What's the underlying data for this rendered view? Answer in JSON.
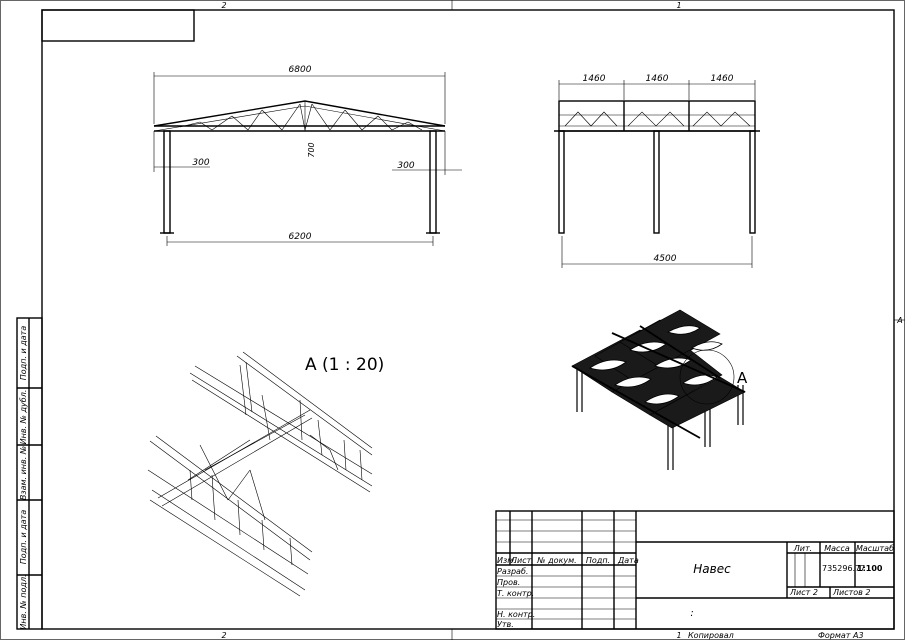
{
  "frame": {
    "zone_top_left": "2",
    "zone_top_right": "1",
    "zone_bottom_left": "2",
    "zone_bottom_right": "1",
    "zone_side": "A"
  },
  "side_strip": {
    "labels": [
      "Подп. и дата",
      "Инв. № дубл.",
      "Взам. инв. №",
      "Подп. и дата",
      "Инв. № подл."
    ]
  },
  "front_view": {
    "dim_top": "6800",
    "dim_bottom": "6200",
    "dim_left_offset": "300",
    "dim_right_offset": "300",
    "dim_height": "700"
  },
  "side_view": {
    "dim_bay_1": "1460",
    "dim_bay_2": "1460",
    "dim_bay_3": "1460",
    "dim_bottom": "4500"
  },
  "detail": {
    "title": "A (1 : 20)",
    "iso_marker": "A"
  },
  "title_block": {
    "headers": {
      "izm": "Изм.",
      "list": "Лист",
      "doc_no": "№ докум.",
      "sign": "Подп.",
      "date": "Дата"
    },
    "roles": [
      "Разраб.",
      "Пров.",
      "Т. контр.",
      "",
      "Н. контр.",
      "Утв."
    ],
    "name": "Навес",
    "lit_header": "Лит.",
    "mass_header": "Масса",
    "scale_header": "Масштаб",
    "mass_value": "735296.77",
    "scale_value": "1:100",
    "sheet": "Лист 2",
    "sheets": "Листов 2",
    "colon_mark": ":"
  },
  "footer": {
    "copied": "Копировал",
    "format": "Формат А3"
  }
}
